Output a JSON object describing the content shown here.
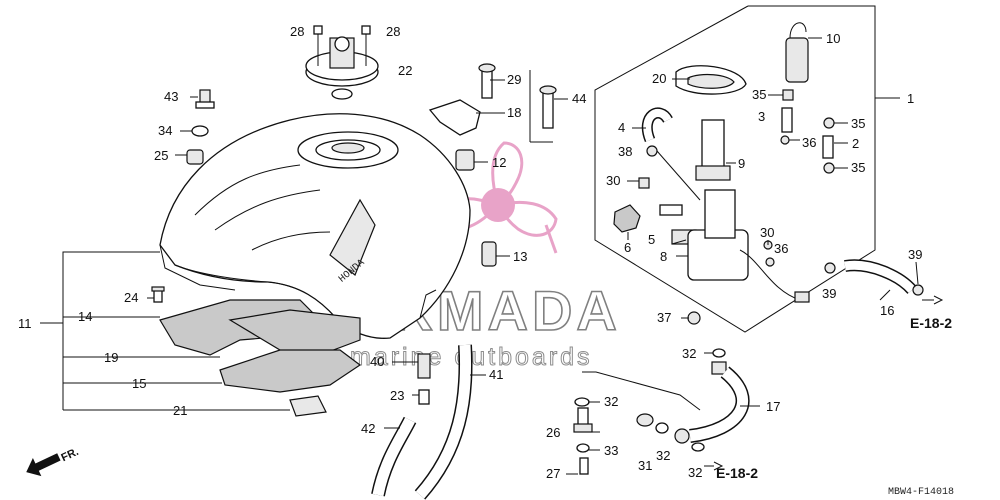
{
  "diagram_code": "MBW4-F14018",
  "watermark": {
    "brand": "ARMADA",
    "tagline": "marine outboards",
    "color": "#e8a3c8"
  },
  "direction_marker": "FR.",
  "references": [
    "E-18-2",
    "E-18-2"
  ],
  "callouts": [
    "28",
    "28",
    "22",
    "43",
    "34",
    "25",
    "29",
    "18",
    "44",
    "12",
    "13",
    "24",
    "14",
    "11",
    "19",
    "15",
    "21",
    "40",
    "23",
    "42",
    "41",
    "20",
    "10",
    "1",
    "35",
    "3",
    "35",
    "4",
    "38",
    "36",
    "2",
    "9",
    "35",
    "30",
    "6",
    "5",
    "8",
    "30",
    "36",
    "39",
    "39",
    "16",
    "37",
    "32",
    "32",
    "26",
    "33",
    "17",
    "31",
    "32",
    "32",
    "27"
  ]
}
